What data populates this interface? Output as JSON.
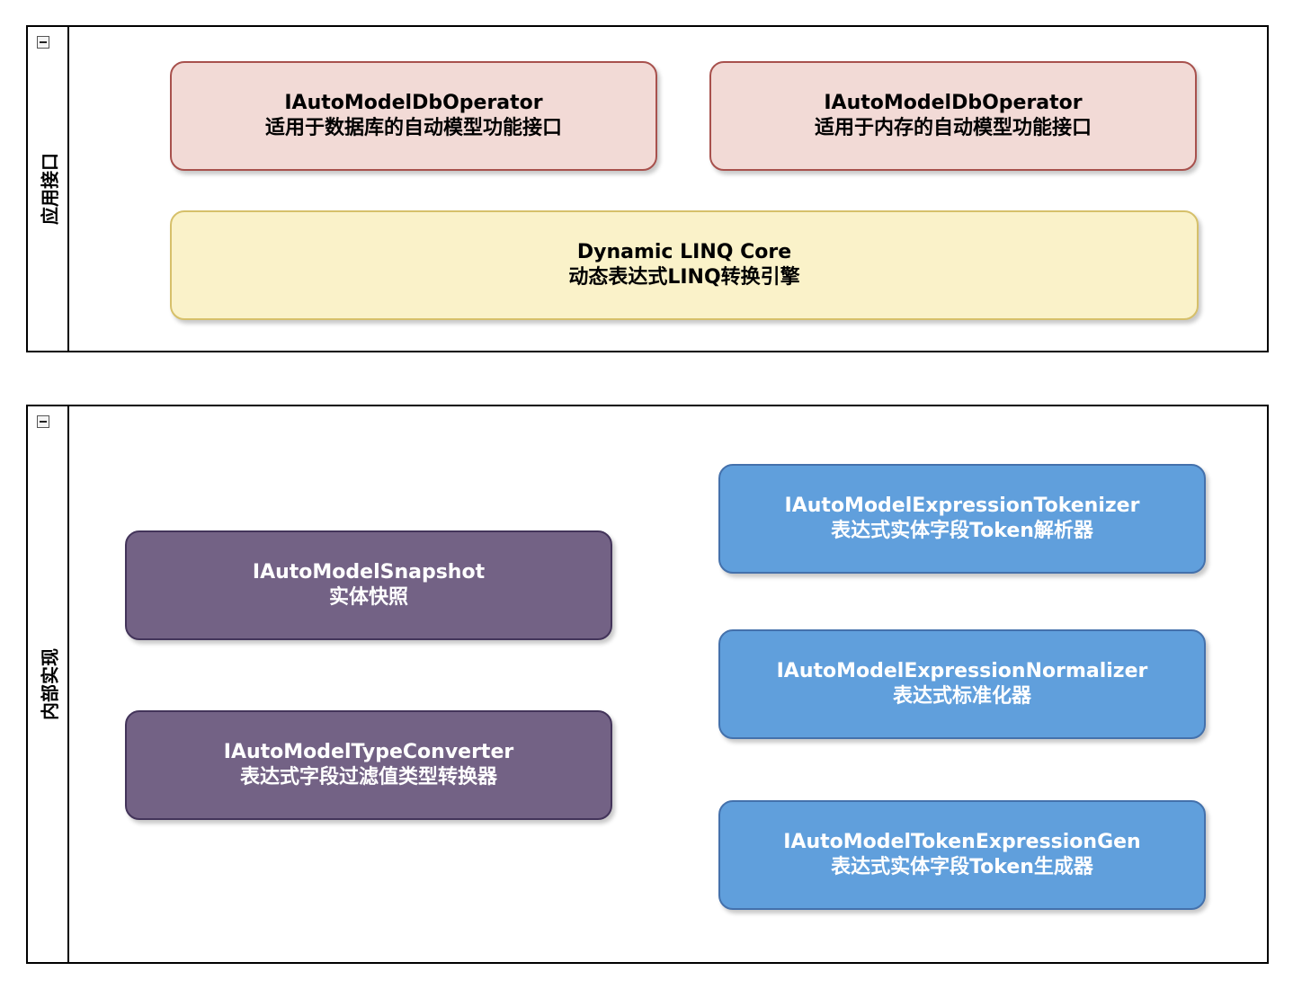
{
  "pools": [
    {
      "title": "应用接口",
      "nodes": [
        {
          "line1": "IAutoModelDbOperator",
          "line2": "适用于数据库的自动模型功能接口",
          "color": "#f2dad6",
          "border": "#a8514d"
        },
        {
          "line1": "IAutoModelDbOperator",
          "line2": "适用于内存的自动模型功能接口",
          "color": "#f2dad6",
          "border": "#a8514d"
        },
        {
          "line1": "Dynamic LINQ Core",
          "line2": "动态表达式LINQ转换引擎",
          "color": "#faf2c9",
          "border": "#d6c06a"
        }
      ]
    },
    {
      "title": "内部实现",
      "nodes": [
        {
          "line1": "IAutoModelSnapshot",
          "line2": "实体快照",
          "color": "#736285",
          "border": "#43345a"
        },
        {
          "line1": "IAutoModelTypeConverter",
          "line2": "表达式字段过滤值类型转换器",
          "color": "#736285",
          "border": "#43345a"
        },
        {
          "line1": "IAutoModelExpressionTokenizer",
          "line2": "表达式实体字段Token解析器",
          "color": "#609fdc",
          "border": "#4471ac"
        },
        {
          "line1": "IAutoModelExpressionNormalizer",
          "line2": "表达式标准化器",
          "color": "#609fdc",
          "border": "#4471ac"
        },
        {
          "line1": "IAutoModelTokenExpressionGen",
          "line2": "表达式实体字段Token生成器",
          "color": "#609fdc",
          "border": "#4471ac"
        }
      ]
    }
  ]
}
